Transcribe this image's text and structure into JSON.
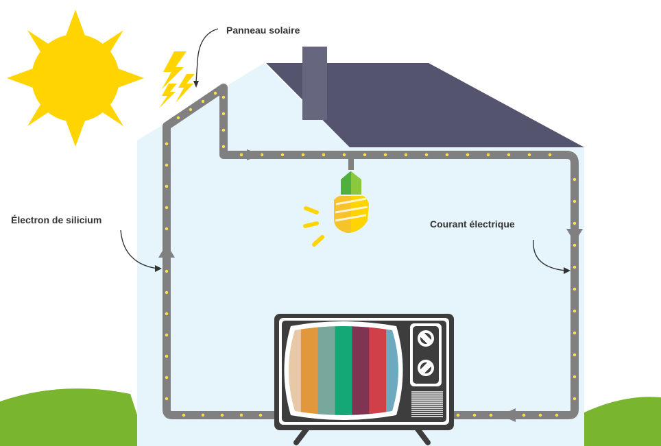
{
  "labels": {
    "solar_panel": "Panneau solaire",
    "silicon_electron": "Électron de silicium",
    "electric_current": "Courant électrique"
  },
  "colors": {
    "sun": "#FFD400",
    "house_wall": "#E6F4FC",
    "roof": "#54546E",
    "chimney": "#66667E",
    "wire": "#808080",
    "electron_dot": "#FFE24A",
    "grass": "#7AB52F",
    "tv_screen_bars": [
      "#E8C9A7",
      "#E3973C",
      "#78A79C",
      "#13A875",
      "#7F3452",
      "#CF4048",
      "#6DAAC0"
    ]
  },
  "icons": {
    "sun": "sun-icon",
    "lightning": "lightning-icon",
    "bulb": "light-bulb-icon",
    "tv": "television-icon"
  }
}
